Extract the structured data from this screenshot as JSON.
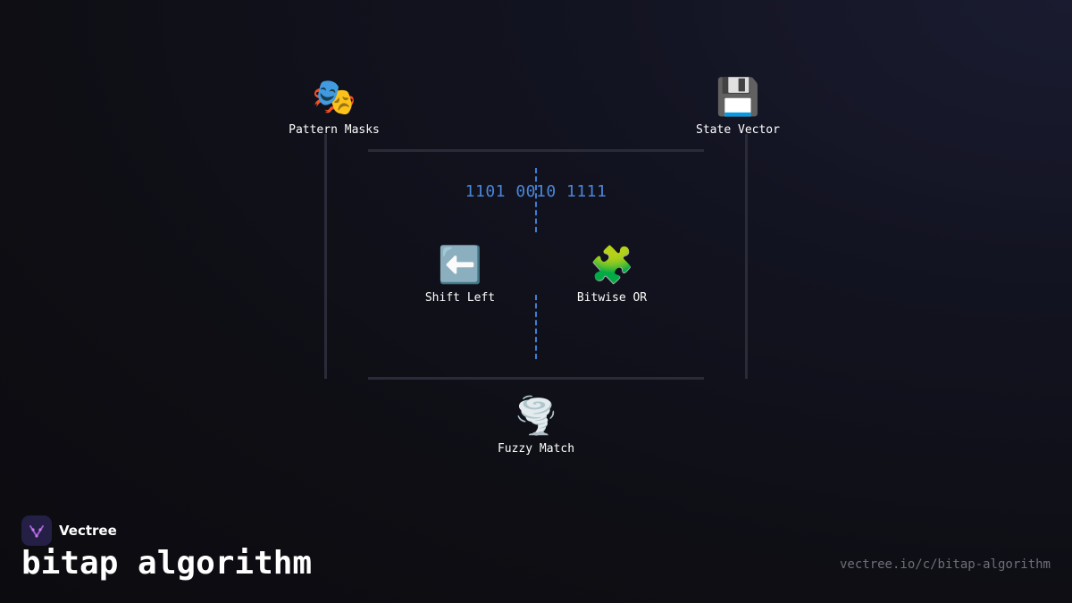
{
  "diagram": {
    "nodes": {
      "pattern_masks": {
        "icon": "performing-arts-icon",
        "glyph": "🎭",
        "label": "Pattern Masks"
      },
      "state_vector": {
        "icon": "floppy-disk-icon",
        "glyph": "💾",
        "label": "State Vector"
      },
      "shift_left": {
        "icon": "left-arrow-icon",
        "glyph": "⬅️",
        "label": "Shift Left"
      },
      "bitwise_or": {
        "icon": "puzzle-piece-icon",
        "glyph": "🧩",
        "label": "Bitwise OR"
      },
      "fuzzy_match": {
        "icon": "tornado-icon",
        "glyph": "🌪️",
        "label": "Fuzzy Match"
      }
    },
    "bit_string": "1101 0010 1111",
    "colors": {
      "accent": "#4a86d8",
      "frame": "#2a2b38",
      "background": "#0e0e14"
    }
  },
  "brand": {
    "name": "Vectree",
    "logo_icon": "vectree-logo-icon"
  },
  "page": {
    "title": "bitap algorithm",
    "url": "vectree.io/c/bitap-algorithm"
  }
}
